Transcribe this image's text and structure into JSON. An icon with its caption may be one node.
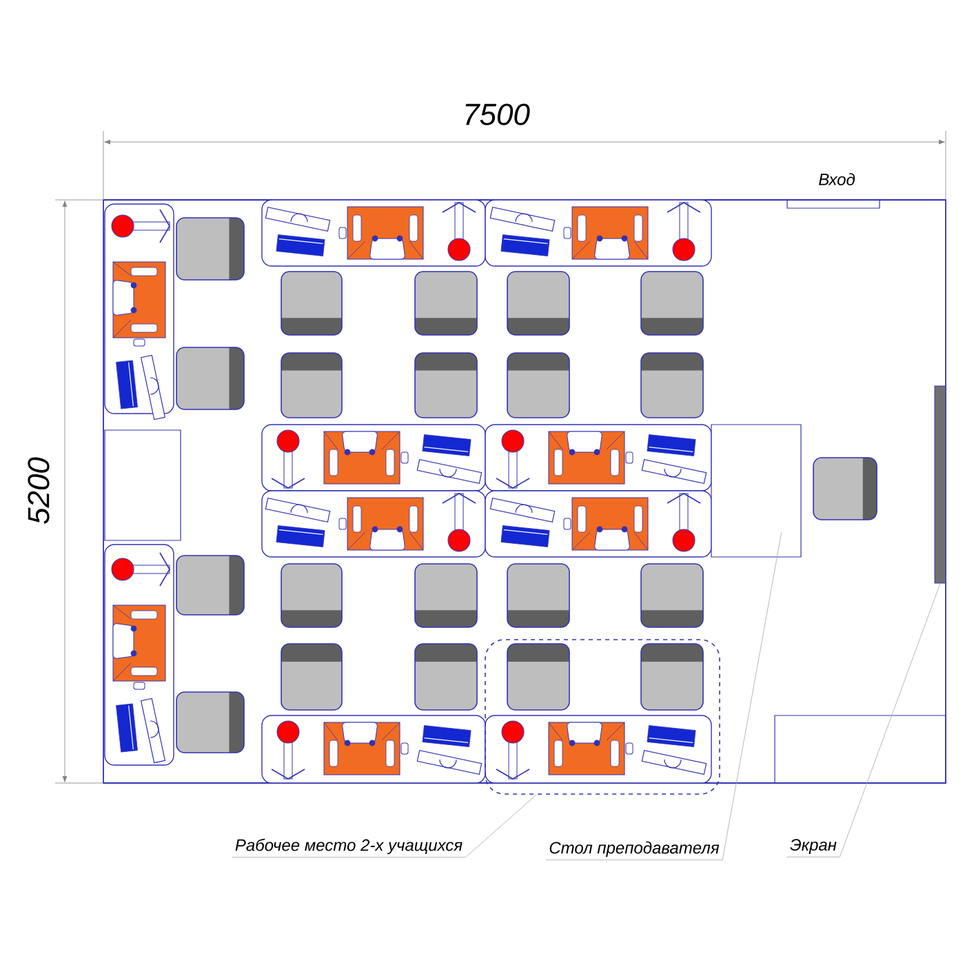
{
  "diagram": {
    "nodes": [
      {
        "text": [
          "Рабочее место 2-х учащихся"
        ]
      },
      {
        "text": [
          "Стол преподавателя"
        ]
      },
      {
        "text": [
          "Экран"
        ]
      },
      {
        "text": [],
        "shape": "box"
      },
      {
        "text": [],
        "shape": "box"
      },
      {
        "text": [],
        "shape": "bar"
      }
    ],
    "edges": [
      {
        "from": 0,
        "to": 3,
        "arrow": "none"
      },
      {
        "from": 1,
        "to": 4,
        "arrow": "none"
      },
      {
        "from": 2,
        "to": 5,
        "arrow": "none"
      }
    ],
    "labels": [
      "7500",
      "5200",
      "Вход"
    ]
  }
}
